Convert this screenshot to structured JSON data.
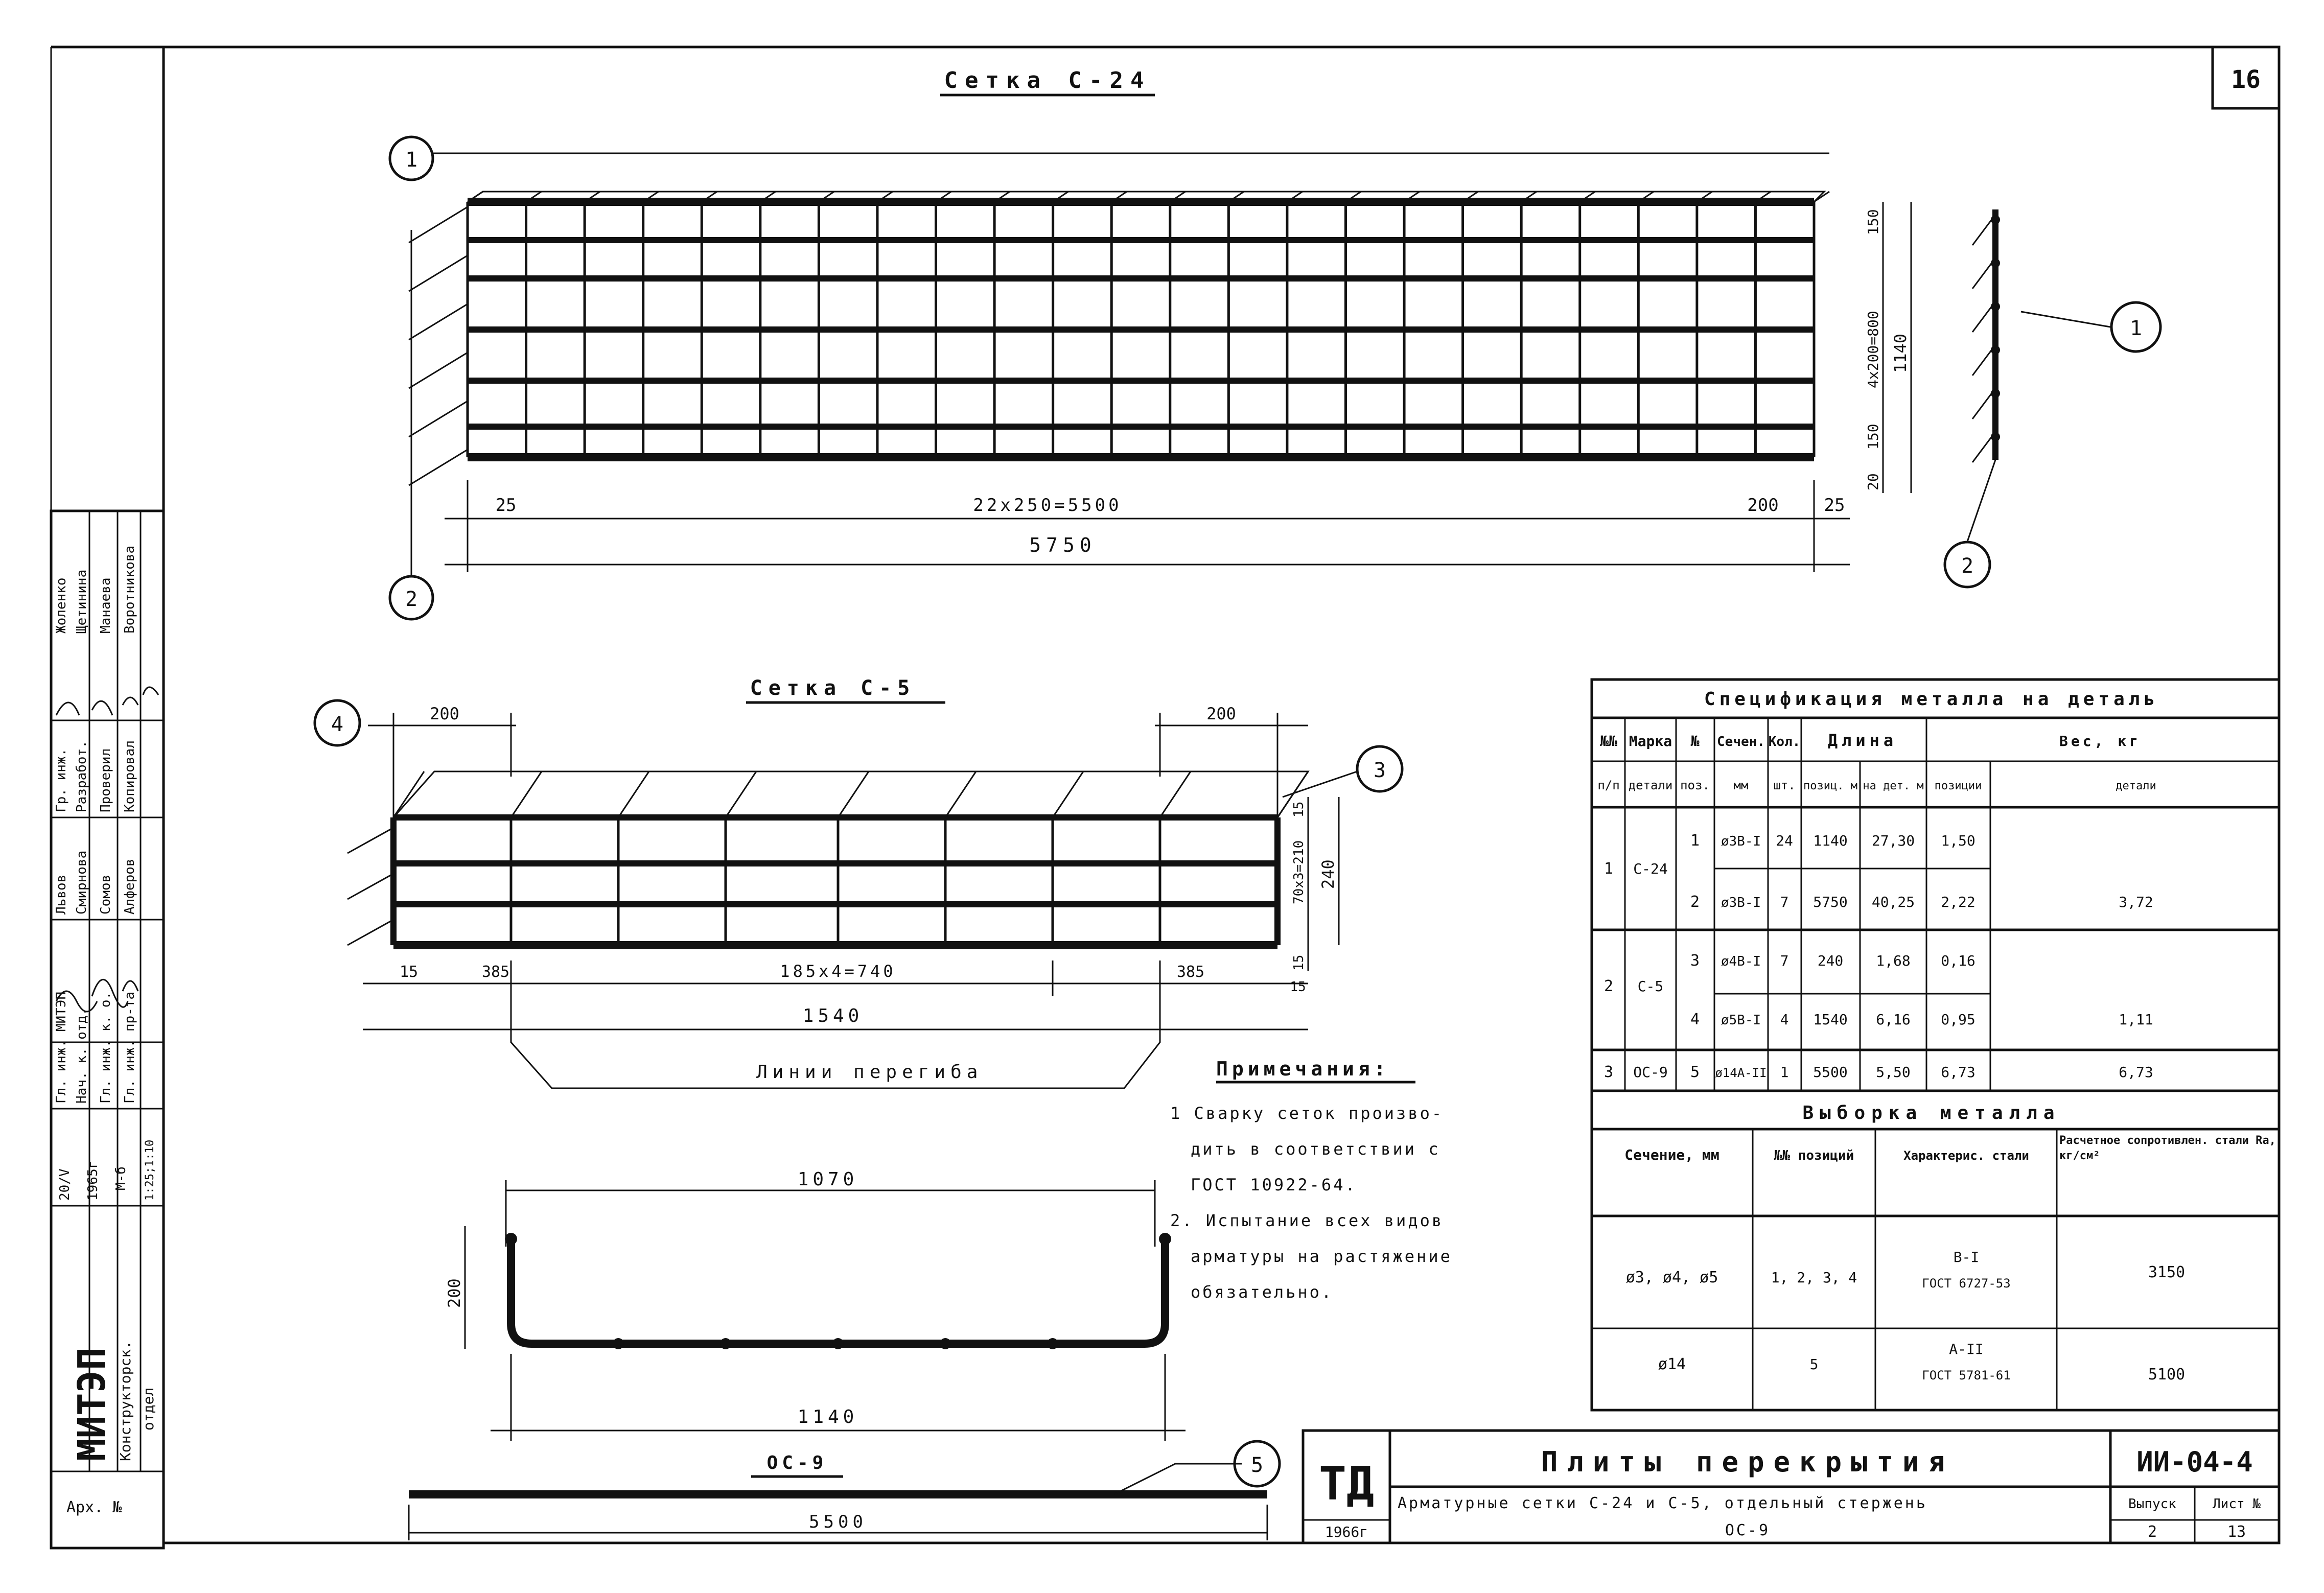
{
  "sheet_no": "16",
  "mesh1": {
    "title": "Сетка С-24",
    "dim_1": "25",
    "dim_2": "22х250=5500",
    "dim_3": "200",
    "dim_4": "25",
    "dim_total": "5750",
    "dim_r1": "150",
    "dim_r2": "4х200=800",
    "dim_r3": "150",
    "dim_r4": "20",
    "dim_height": "1140",
    "callout_1": "1",
    "callout_2": "2",
    "callout_1b": "1",
    "callout_2b": "2"
  },
  "mesh2": {
    "title": "Сетка С-5",
    "dim_top_l": "200",
    "dim_top_r": "200",
    "dim_b1": "15",
    "dim_b2": "385",
    "dim_b3": "185х4=740",
    "dim_b4": "385",
    "dim_b5": "15",
    "dim_total": "1540",
    "dim_r1": "15",
    "dim_r2": "70х3=210",
    "dim_r3": "15",
    "dim_height": "240",
    "callout_4": "4",
    "callout_3": "3",
    "bend_lines": "Линии перегиба"
  },
  "bent": {
    "dim_top": "1070",
    "dim_side": "200",
    "dim_bottom": "1140"
  },
  "rod": {
    "title": "ОС-9",
    "length": "5500",
    "callout_5": "5"
  },
  "notes": {
    "heading": "Примечания:",
    "lines": [
      "1 Сварку сеток произво-",
      "дить в соответствии с",
      "ГОСТ 10922-64.",
      "2. Испытание всех видов",
      "арматуры на растяжение",
      "обязательно."
    ]
  },
  "spec": {
    "title": "Спецификация металла на деталь",
    "head1": [
      "№№",
      "Марка",
      "№",
      "Сечен.",
      "Кол.",
      "Длина",
      "Вес, кг"
    ],
    "head2": [
      "п/п",
      "детали",
      "поз.",
      "мм",
      "шт.",
      "позиц. м",
      "на дет. м",
      "позиции",
      "детали"
    ],
    "rows": [
      {
        "n": "1",
        "mark": "С-24",
        "pos": "1",
        "sec": "ø3В-I",
        "qty": "24",
        "len": "1140",
        "len_det": "27,30",
        "w_pos": "1,50",
        "w_det": "3,72"
      },
      {
        "pos": "2",
        "sec": "ø3В-I",
        "qty": "7",
        "len": "5750",
        "len_det": "40,25",
        "w_pos": "2,22"
      },
      {
        "n": "2",
        "mark": "С-5",
        "pos": "3",
        "sec": "ø4В-I",
        "qty": "7",
        "len": "240",
        "len_det": "1,68",
        "w_pos": "0,16",
        "w_det": "1,11"
      },
      {
        "pos": "4",
        "sec": "ø5В-I",
        "qty": "4",
        "len": "1540",
        "len_det": "6,16",
        "w_pos": "0,95"
      },
      {
        "n": "3",
        "mark": "ОС-9",
        "pos": "5",
        "sec": "ø14А-II",
        "qty": "1",
        "len": "5500",
        "len_det": "5,50",
        "w_pos": "6,73",
        "w_det": "6,73"
      }
    ]
  },
  "sample": {
    "title": "Выборка металла",
    "head": [
      "Сечение, мм",
      "№№ позиций",
      "Характерис. стали",
      "Расчетное сопротивлен. стали Ra, кг/см²"
    ],
    "rows": [
      {
        "sec": "ø3, ø4, ø5",
        "pos": "1, 2, 3, 4",
        "steel_a": "В-I",
        "steel_b": "ГОСТ 6727-53",
        "ra": "3150"
      },
      {
        "sec": "ø14",
        "pos": "5",
        "steel_a": "А-II",
        "steel_b": "ГОСТ 5781-61",
        "ra": "5100"
      }
    ]
  },
  "title_block": {
    "org_logo": "ТД",
    "year": "1966г",
    "name": "Плиты перекрытия",
    "code": "ИИ-04-4",
    "subtitle_1": "Арматурные сетки С-24 и С-5, отдельный стержень",
    "subtitle_2": "ОС-9",
    "issue_label": "Выпуск",
    "issue_value": "2",
    "sheet_label": "Лист №",
    "sheet_value": "13"
  },
  "side_stamp": {
    "institute": "МИТЭП",
    "dept_1": "Конструкторск.",
    "dept_2": "отдел",
    "arch": "Арх. №",
    "date_1": "20/V",
    "date_2": "1965г",
    "scale_1": "М-б",
    "scale_2": "1:25;1:10",
    "roles": [
      "Гл. инж. МИТЭП",
      "Нач. к. отд.",
      "Гл. инж. к. о.",
      "Гл. инж. пр-та",
      "Гр. инж.",
      "Разработ.",
      "Проверил",
      "Копировал"
    ],
    "names": [
      "Львов",
      "Смирнова",
      "Сомов",
      "Алферов",
      "Жоленко",
      "Щетинина",
      "Манаева",
      "Воротникова"
    ]
  }
}
